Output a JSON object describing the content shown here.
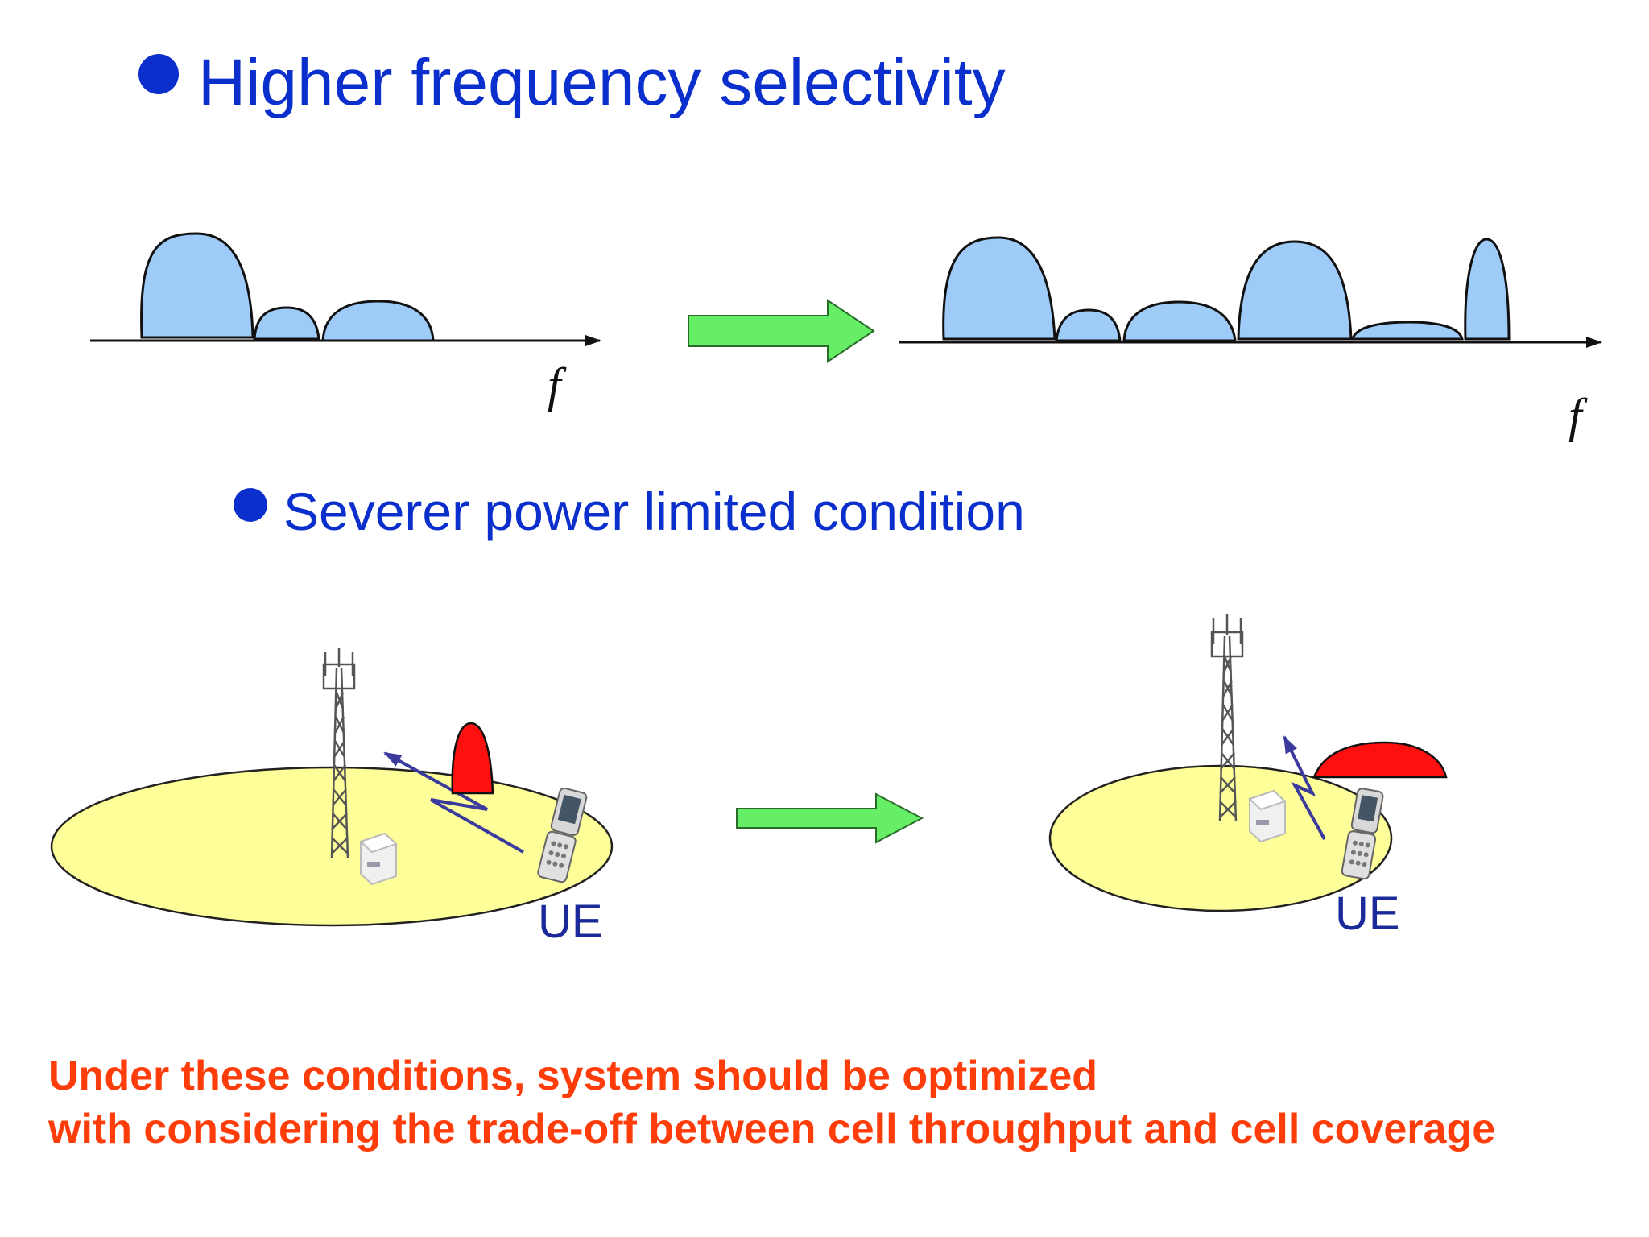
{
  "headings": {
    "frequency_selectivity": "Higher frequency selectivity",
    "power_limited": "Severer power limited condition"
  },
  "spectrum": {
    "axis_label_left": "f",
    "axis_label_right": "f"
  },
  "cells": {
    "ue_label_left": "UE",
    "ue_label_right": "UE"
  },
  "conclusion": {
    "line1": "Under these conditions,  system should be optimized",
    "line2": "with considering the trade-off between cell throughput and cell coverage"
  },
  "colors": {
    "heading_blue": "#0a2fcc",
    "lobe_fill": "#9ecbf8",
    "arrow_green": "#66ee66",
    "cell_yellow": "#ffff99",
    "signal_red": "#ff1010",
    "conclusion_orange": "#ff3d0a"
  },
  "icons": [
    "bullet-icon",
    "base-station-tower-icon",
    "network-box-icon",
    "mobile-phone-icon",
    "transition-arrow-icon"
  ]
}
